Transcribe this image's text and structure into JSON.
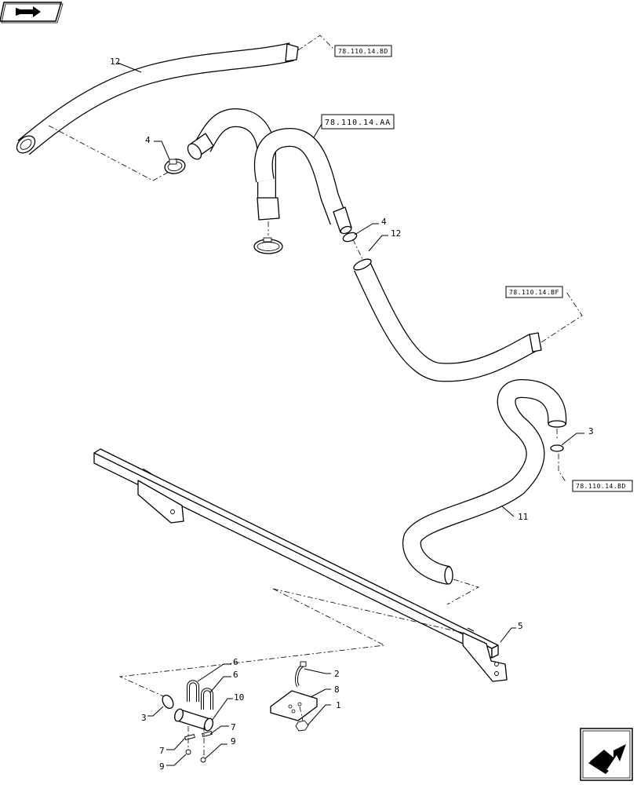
{
  "references": {
    "ref_top": "78.110.14.BD",
    "ref_main": "78.110.14.AA",
    "ref_mid": "78.110.14.BF",
    "ref_lower": "78.110.14.BD"
  },
  "callouts": {
    "c12_top": "12",
    "c4_left": "4",
    "c4_right": "4",
    "c12_right": "12",
    "c3_right": "3",
    "c11": "11",
    "c5": "5",
    "c6_a": "6",
    "c6_b": "6",
    "c10": "10",
    "c3_left": "3",
    "c7_a": "7",
    "c7_b": "7",
    "c9_a": "9",
    "c9_b": "9",
    "c2": "2",
    "c8": "8",
    "c1": "1"
  },
  "icons": {
    "top_left": "previous-page-icon",
    "bottom_right": "next-page-icon"
  }
}
